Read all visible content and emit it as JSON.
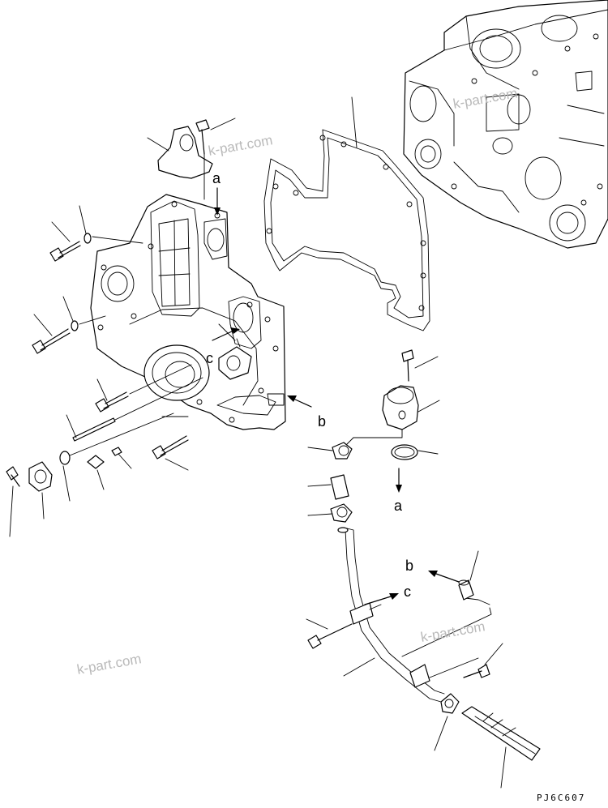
{
  "diagram": {
    "ref_code": "PJ6C607",
    "watermark": "k-part.com",
    "ref_labels": {
      "a": "a",
      "b": "b",
      "c": "c"
    }
  }
}
